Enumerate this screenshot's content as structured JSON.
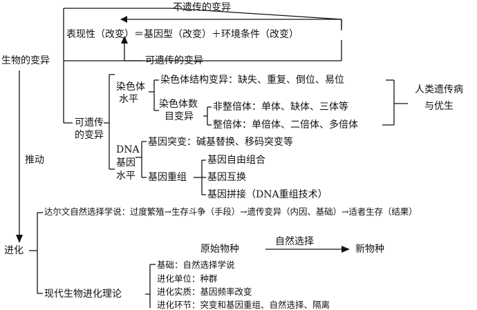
{
  "top": {
    "non_heritable_top": "不遗传的变异",
    "equation": "表现性（改变）＝基因型（改变）＋环境条件（改变）",
    "heritable_middle": "可遗传的变异"
  },
  "root": "生物的变异",
  "heritable_branch": {
    "label_line1": "可遗传",
    "label_line2": "的变异",
    "chromosome_level": {
      "label_line1": "染色体",
      "label_line2": "水平",
      "structure": "染色体结构变异：缺失、重复、倒位、易位",
      "number_label_line1": "染色体数",
      "number_label_line2": "目变异",
      "aneuploid": "非整倍体：单体、缺体、三体等",
      "euploid": "整倍体：单倍体、二倍体、多倍体"
    },
    "dna_level": {
      "label_line1": "DNA",
      "label_line2": "基因",
      "label_line3": "水平",
      "mutation": "基因突变：碱基替换、移码突变等",
      "recombination_label": "基因重组",
      "recomb_items": [
        "基因自由组合",
        "基因互换",
        "基因拼接（DNA重组技术）"
      ]
    },
    "human_disease_line1": "人类遗传病",
    "human_disease_line2": "与优生"
  },
  "drive_label": "推动",
  "evolution": {
    "label": "进化",
    "darwin": "达尔文自然选择学说：过度繁殖→生存斗争（手段）→遗传变异（内因、基础）→适者生存（结果）",
    "original_species": "原始物种",
    "natural_selection": "自然选择",
    "new_species": "新物种",
    "modern_theory": "现代生物进化理论",
    "modern_items": [
      "基础：自然选择学说",
      "进化单位：种群",
      "进化实质：基因频率改变",
      "进化环节：突变和基因重组、自然选择、隔离"
    ]
  }
}
